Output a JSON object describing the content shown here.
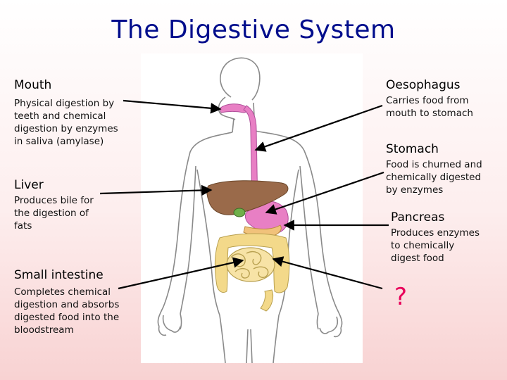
{
  "title": "The Digestive System",
  "labels": {
    "mouth": {
      "heading": "Mouth",
      "desc": [
        "Physical digestion by",
        "teeth and chemical",
        "digestion by enzymes",
        "in saliva (amylase)"
      ]
    },
    "liver": {
      "heading": "Liver",
      "desc": [
        "Produces bile for",
        "the digestion of",
        "fats"
      ]
    },
    "small_intestine": {
      "heading": "Small intestine",
      "desc": [
        "Completes chemical",
        "digestion and absorbs",
        "digested food into the",
        "bloodstream"
      ]
    },
    "oesophagus": {
      "heading": "Oesophagus",
      "desc": [
        "Carries food from",
        "mouth to stomach"
      ]
    },
    "stomach": {
      "heading": "Stomach",
      "desc": [
        "Food is churned and",
        "chemically digested",
        "by enzymes"
      ]
    },
    "pancreas": {
      "heading": "Pancreas",
      "desc": [
        "Produces enzymes",
        "to chemically",
        "digest food"
      ]
    }
  },
  "unknown_marker": "?",
  "colors": {
    "title": "#000d8c",
    "question_mark": "#e8005a",
    "oesophagus_stomach": "#e87fc4",
    "liver": "#9a6a4a",
    "intestine": "#f3d98a"
  }
}
